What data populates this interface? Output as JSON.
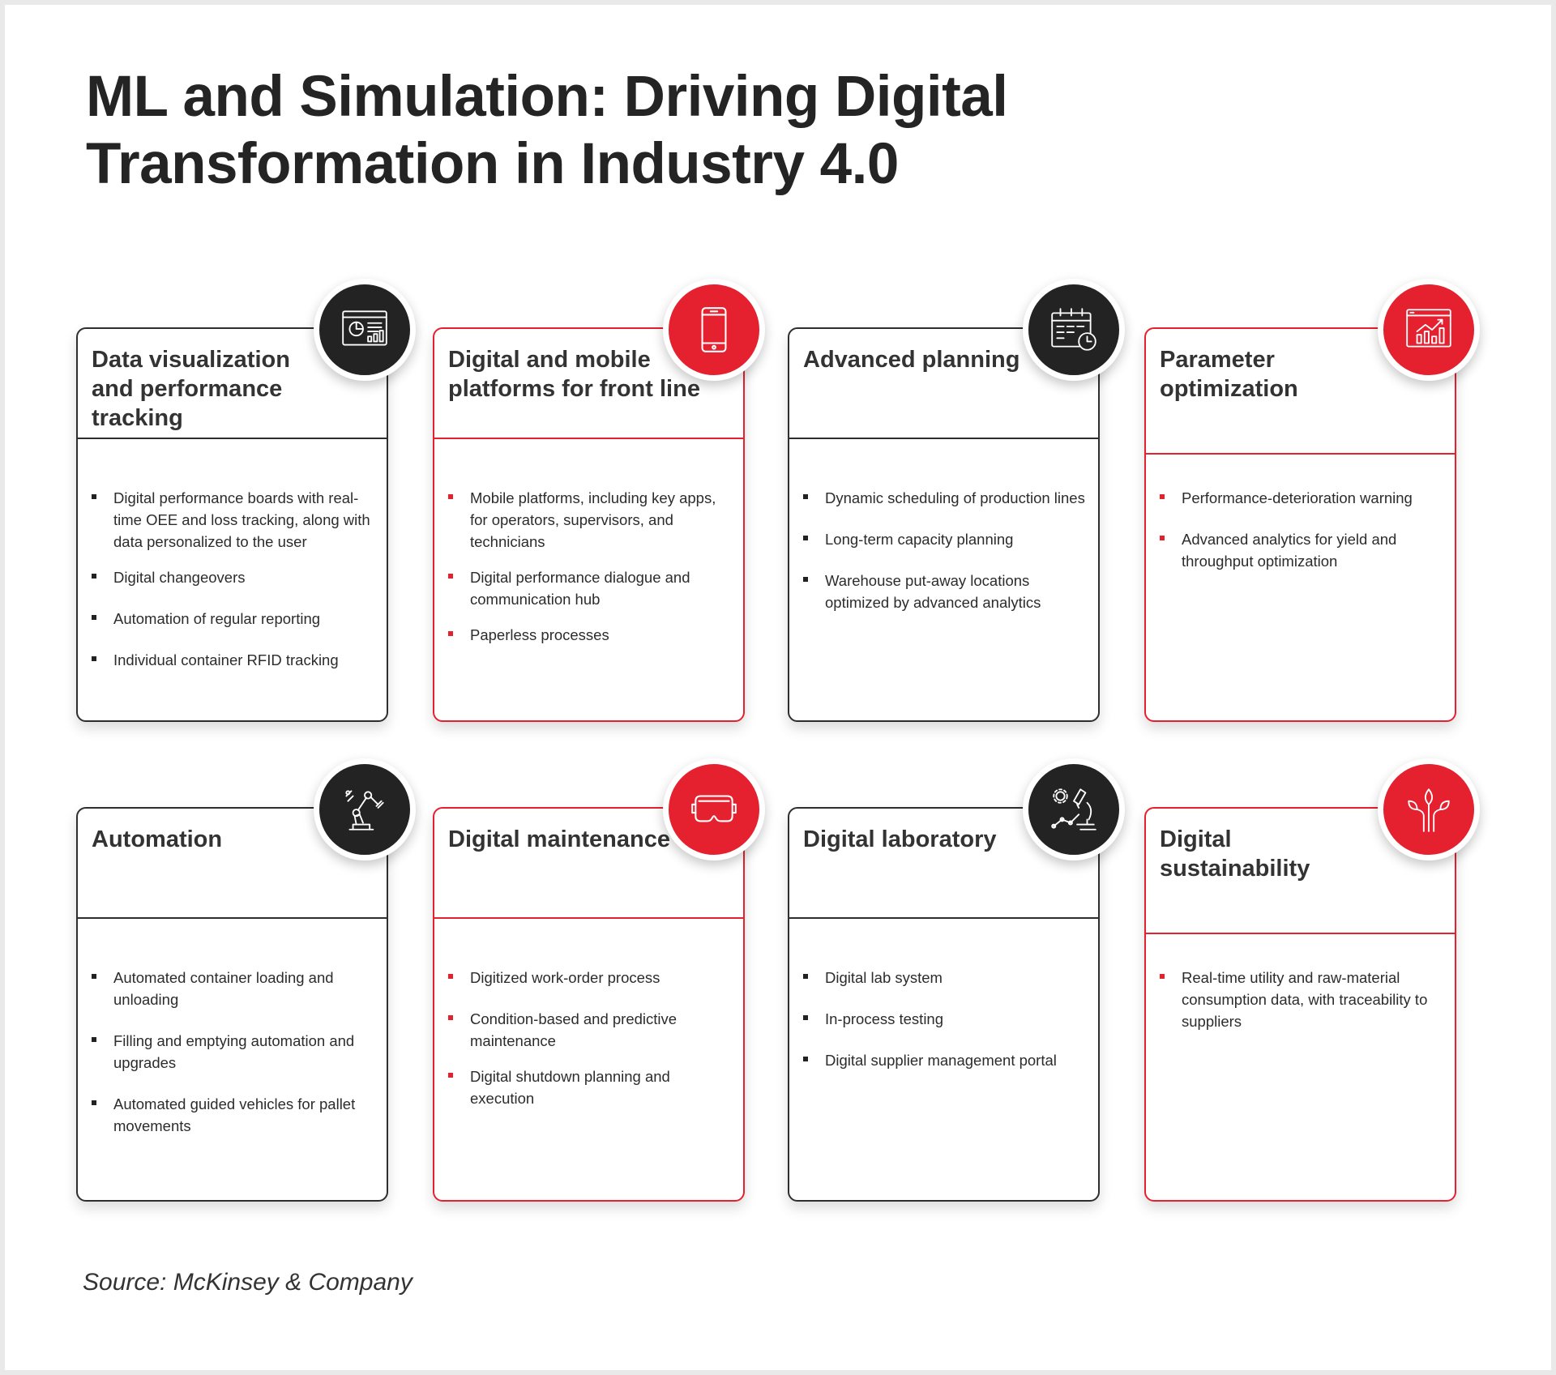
{
  "title": "ML and Simulation: Driving Digital Transformation in Industry 4.0",
  "source": "Source: McKinsey & Company",
  "colors": {
    "accent": "#e5202f",
    "dark": "#232323"
  },
  "cards": [
    {
      "title": "Data visualization and performance tracking",
      "icon": "dashboard-chart-icon",
      "items": [
        "Digital performance boards with real-time OEE and loss tracking, along with data personalized to the user",
        "Digital changeovers",
        "Automation of regular reporting",
        "Individual container RFID tracking"
      ]
    },
    {
      "title": "Digital and mobile platforms for front line",
      "icon": "smartphone-icon",
      "items": [
        "Mobile platforms, including key apps, for operators, supervisors, and technicians",
        "Digital performance dialogue and communication hub",
        "Paperless processes"
      ]
    },
    {
      "title": "Advanced planning",
      "icon": "calendar-clock-icon",
      "items": [
        "Dynamic scheduling of production lines",
        "Long-term capacity planning",
        "Warehouse put-away locations optimized by advanced analytics"
      ]
    },
    {
      "title": "Parameter optimization",
      "icon": "growth-chart-icon",
      "items": [
        "Performance-deterioration warning",
        "Advanced analytics for yield and throughput optimization"
      ]
    },
    {
      "title": "Automation",
      "icon": "robot-arm-icon",
      "items": [
        "Automated container loading and unloading",
        "Filling and emptying automation and upgrades",
        "Automated guided vehicles for pallet movements"
      ]
    },
    {
      "title": "Digital maintenance",
      "icon": "vr-headset-icon",
      "items": [
        "Digitized work-order process",
        "Condition-based and predictive maintenance",
        "Digital shutdown planning and execution"
      ]
    },
    {
      "title": "Digital laboratory",
      "icon": "microscope-icon",
      "items": [
        "Digital lab system",
        "In-process testing",
        "Digital supplier management portal"
      ]
    },
    {
      "title": "Digital sustainability",
      "icon": "plant-sprout-icon",
      "items": [
        "Real-time utility and raw-material consumption data, with traceability to suppliers"
      ]
    }
  ]
}
